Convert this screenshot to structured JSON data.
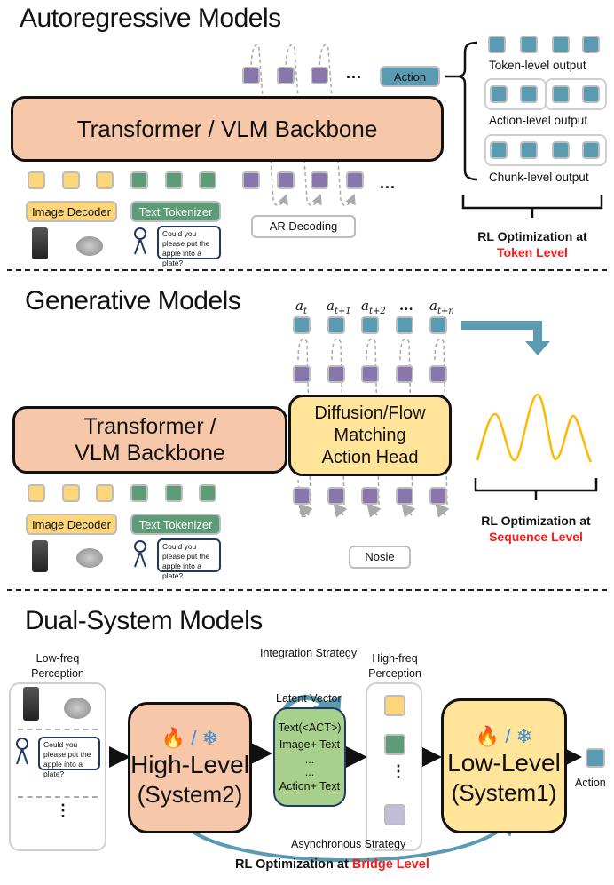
{
  "colors": {
    "backbone_fill": "#f6c7a8",
    "action_head_fill": "#ffe49a",
    "latent_fill": "#a8d08d",
    "image_token": "#ffd57a",
    "text_token": "#5e9c77",
    "decode_token": "#8777ad",
    "action_token": "#5b9bb2",
    "highlight_red": "#ff1a1a",
    "curve_yellow": "#ffb800",
    "arrow_teal": "#5b9bb2"
  },
  "autoregressive": {
    "title": "Autoregressive Models",
    "backbone_label": "Transformer / VLM Backbone",
    "image_decoder_label": "Image Decoder",
    "text_tokenizer_label": "Text Tokenizer",
    "prompt_text": "Could you please put the apple into a plate?",
    "ar_decoding_label": "AR Decoding",
    "action_label": "Action",
    "ellipsis": "...",
    "outputs": [
      {
        "label": "Token-level output"
      },
      {
        "label": "Action-level output"
      },
      {
        "label": "Chunk-level output"
      }
    ],
    "rl_line1": "RL Optimization at",
    "rl_line2": "Token Level"
  },
  "generative": {
    "title": "Generative Models",
    "backbone_label_line1": "Transformer /",
    "backbone_label_line2": "VLM Backbone",
    "head_line1": "Diffusion/Flow",
    "head_line2": "Matching",
    "head_line3": "Action Head",
    "image_decoder_label": "Image Decoder",
    "text_tokenizer_label": "Text Tokenizer",
    "prompt_text": "Could you please put the apple into a plate?",
    "noise_label": "Nosie",
    "action_symbols": [
      {
        "base": "a",
        "sub": "t"
      },
      {
        "base": "a",
        "sub": "t+1"
      },
      {
        "base": "a",
        "sub": "t+2"
      },
      {
        "base": "...",
        "sub": ""
      },
      {
        "base": "a",
        "sub": "t+n"
      }
    ],
    "rl_line1": "RL Optimization at",
    "rl_line2": "Sequence Level"
  },
  "dual": {
    "title": "Dual-System Models",
    "low_freq_line1": "Low-freq",
    "low_freq_line2": "Perception",
    "prompt_text": "Could you please put the apple into a plate?",
    "vdots": "⋮",
    "high_level_icons": "🔥 / ❄",
    "high_level_line1": "High-Level",
    "high_level_line2": "(System2)",
    "integration_label": "Integration Strategy",
    "latent_label": "Latent Vector",
    "latent_lines": [
      "Text(<ACT>)",
      "Image+ Text",
      "...",
      "...",
      "Action+ Text"
    ],
    "high_freq_line1": "High-freq",
    "high_freq_line2": "Perception",
    "low_level_icons": "🔥 / ❄",
    "low_level_line1": "Low-Level",
    "low_level_line2": "(System1)",
    "action_label": "Action",
    "async_label": "Asynchronous Strategy",
    "rl_prefix": "RL Optimization at ",
    "rl_highlight": "Bridge Level"
  }
}
